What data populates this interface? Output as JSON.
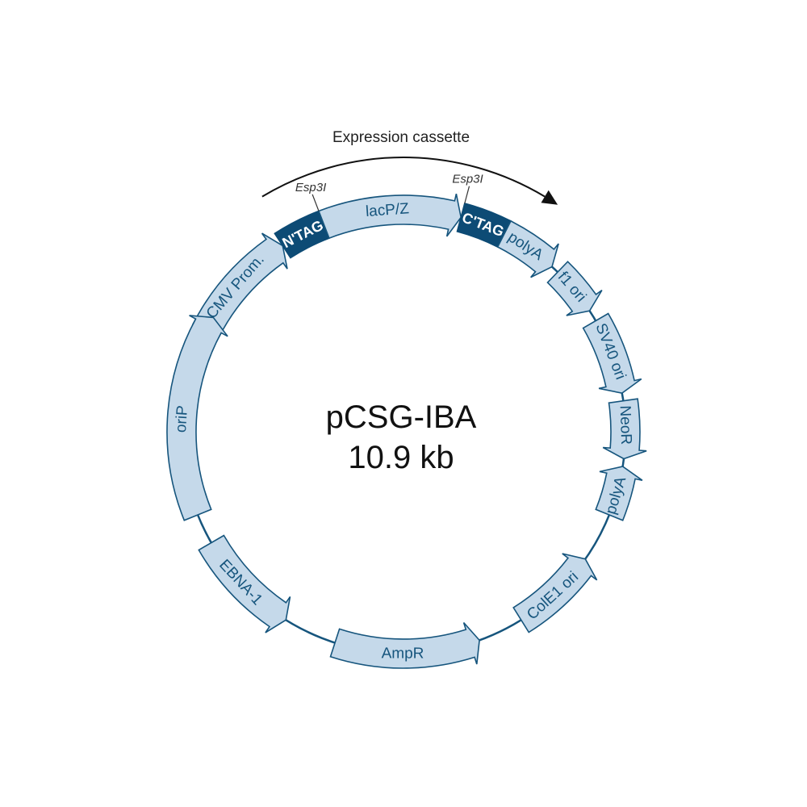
{
  "plasmid": {
    "name": "pCSG-IBA",
    "size": "10.9 kb"
  },
  "expression_cassette": {
    "label": "Expression cassette"
  },
  "features": [
    {
      "id": "cmv-prom",
      "label": "CMV Prom.",
      "dark": false
    },
    {
      "id": "n-tag",
      "label": "N'TAG",
      "dark": true
    },
    {
      "id": "lacpz",
      "label": "lacP/Z",
      "dark": false
    },
    {
      "id": "c-tag",
      "label": "C'TAG",
      "dark": true
    },
    {
      "id": "polya-1",
      "label": "polyA",
      "dark": false
    },
    {
      "id": "f1-ori",
      "label": "f1 ori",
      "dark": false
    },
    {
      "id": "sv40-ori",
      "label": "SV40 ori",
      "dark": false
    },
    {
      "id": "neor",
      "label": "NeoR",
      "dark": false
    },
    {
      "id": "polya-2",
      "label": "polyA",
      "dark": false
    },
    {
      "id": "cole1-ori",
      "label": "ColE1 ori",
      "dark": false
    },
    {
      "id": "ampr",
      "label": "AmpR",
      "dark": false
    },
    {
      "id": "ebna-1",
      "label": "EBNA-1",
      "dark": false
    },
    {
      "id": "orip",
      "label": "oriP",
      "dark": false
    }
  ],
  "restriction_sites": [
    {
      "id": "esp3i-1",
      "label": "Esp3I"
    },
    {
      "id": "esp3i-2",
      "label": "Esp3I"
    }
  ],
  "colors": {
    "feature_fill": "#c5d9ea",
    "feature_outline": "#16557d",
    "tag_fill": "#0d4b75",
    "backbone": "#16557d"
  }
}
